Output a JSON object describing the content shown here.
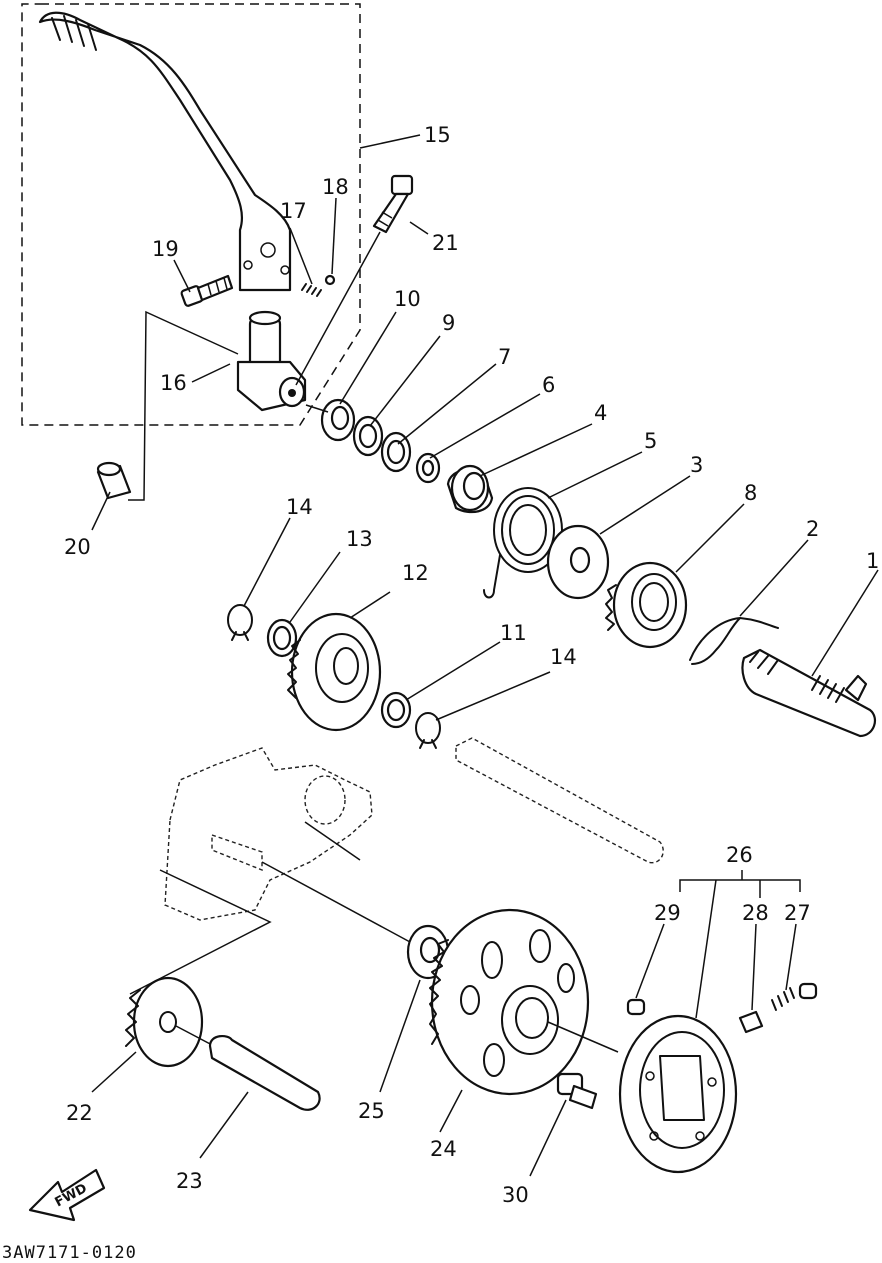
{
  "labels": {
    "p1": "1",
    "p2": "2",
    "p3": "3",
    "p4": "4",
    "p5": "5",
    "p6": "6",
    "p7": "7",
    "p8": "8",
    "p9": "9",
    "p10": "10",
    "p11": "11",
    "p12": "12",
    "p13": "13",
    "p14a": "14",
    "p14b": "14",
    "p15": "15",
    "p16": "16",
    "p17": "17",
    "p18": "18",
    "p19": "19",
    "p20": "20",
    "p21": "21",
    "p22": "22",
    "p23": "23",
    "p24": "24",
    "p25": "25",
    "p26": "26",
    "p27": "27",
    "p28": "28",
    "p29": "29",
    "p30": "30"
  },
  "fwd_arrow": "FWD",
  "diagram_code": "3AW7171-0120"
}
